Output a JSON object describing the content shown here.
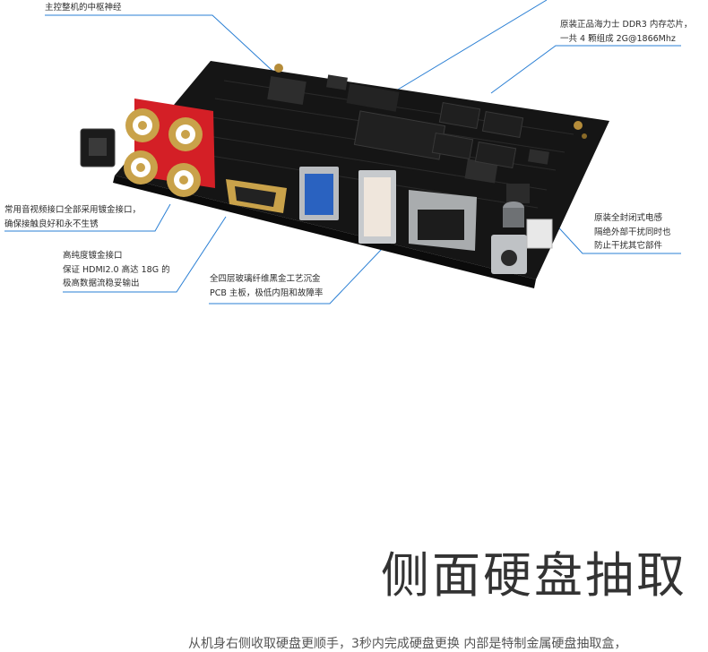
{
  "callouts": {
    "cpu": "主控整机的中枢神经",
    "ddr_line1": "原装正品海力士 DDR3 内存芯片，",
    "ddr_line2": "一共 4 颗组成 2G@1866Mhz",
    "av_line1": "常用音视频接口全部采用镀金接口，",
    "av_line2": "确保接触良好和永不生锈",
    "hdmi_line1": "高纯度镀金接口",
    "hdmi_line2": "保证 HDMI2.0 高达 18G 的",
    "hdmi_line3": "极高数据流稳妥输出",
    "pcb_line1": "全四层玻璃纤维黑金工艺沉金",
    "pcb_line2": "PCB 主板，极低内阻和故障率",
    "inductor_line1": "原装全封闭式电感",
    "inductor_line2": "隔绝外部干扰同时也",
    "inductor_line3": "防止干扰其它部件"
  },
  "headline": "侧面硬盘抽取",
  "subline": "从机身右侧收取硬盘更顺手，3秒内完成硬盘更换 内部是特制金属硬盘抽取盒，",
  "colors": {
    "line": "#2a7fd4",
    "board": "#141414",
    "gold": "#c9a24a",
    "red": "#d41f26"
  }
}
